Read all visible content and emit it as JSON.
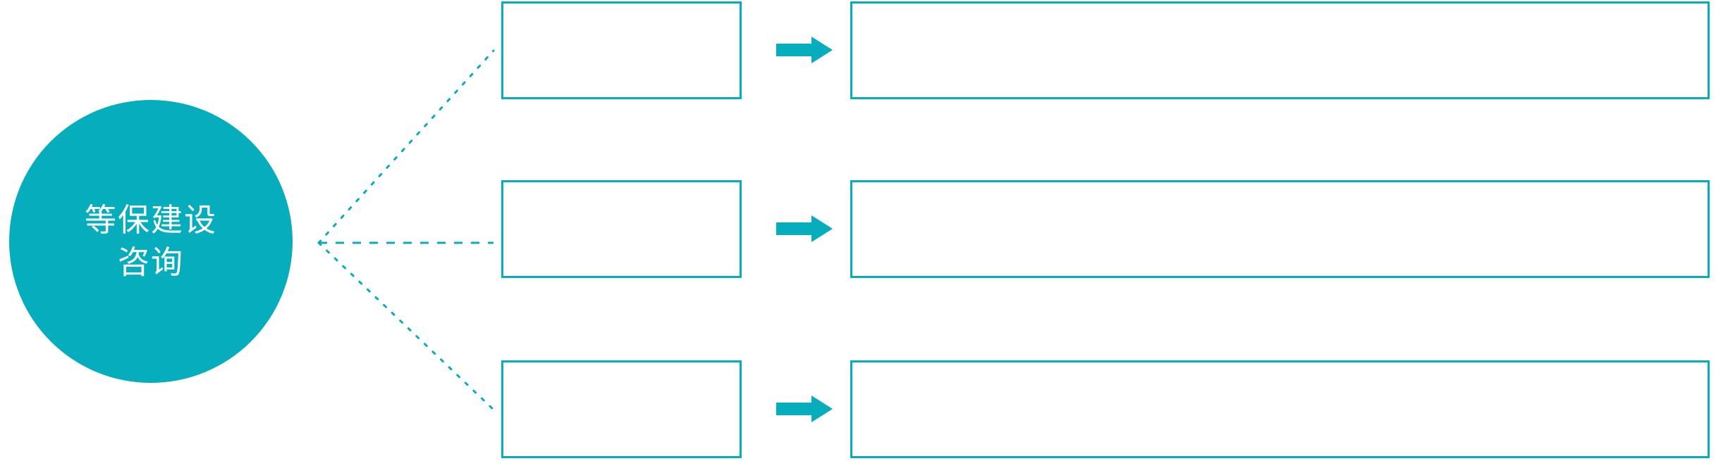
{
  "diagram": {
    "title": "等保建设咨询",
    "type": "hub-and-spoke-process",
    "accent_color": "#06adbc",
    "background_color": "#ffffff",
    "text_on_accent_color": "#ffffff"
  },
  "hub": {
    "label": "等保建设\n咨询",
    "shape": "circle",
    "fill_color": "#06adbc",
    "text_color": "#ffffff"
  },
  "connector": {
    "style": "dotted",
    "color": "#06adbc",
    "branch_count": 3
  },
  "arrow": {
    "icon": "right-block-arrow-icon",
    "color": "#06adbc",
    "count": 3
  },
  "rows": [
    {
      "index": 1,
      "stage_label": "",
      "detail_label": "",
      "arrow_label": ""
    },
    {
      "index": 2,
      "stage_label": "",
      "detail_label": "",
      "arrow_label": ""
    },
    {
      "index": 3,
      "stage_label": "",
      "detail_label": "",
      "arrow_label": ""
    }
  ]
}
